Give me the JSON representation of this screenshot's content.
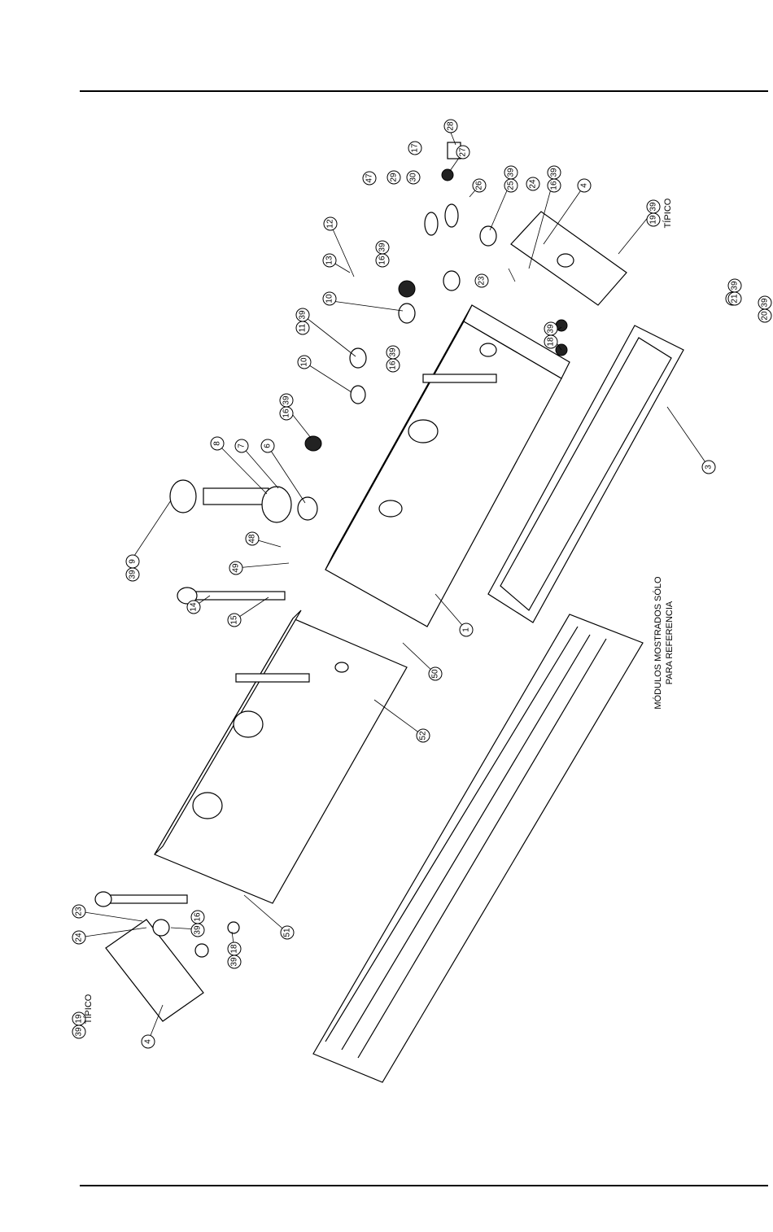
{
  "notes": {
    "typical_top": "TÍPICO",
    "typical_bottom": "TÍPICO",
    "modules_line1": "MÓDULOS MOSTRADOS SÓLO",
    "modules_line2": "PARA REFERENCIA"
  },
  "callouts": [
    "28",
    "17",
    "27",
    "47",
    "29",
    "30",
    "26",
    "25",
    "39",
    "24",
    "16",
    "39",
    "4",
    "12",
    "13",
    "16",
    "39",
    "21",
    "23",
    "19",
    "39",
    "10",
    "11",
    "39",
    "16",
    "39",
    "18",
    "39",
    "21",
    "39",
    "20",
    "39",
    "10",
    "16",
    "39",
    "8",
    "7",
    "6",
    "3",
    "48",
    "49",
    "39",
    "9",
    "14",
    "15",
    "1",
    "50",
    "52",
    "23",
    "24",
    "16",
    "39",
    "51",
    "39",
    "18",
    "39",
    "19",
    "TÍPICO",
    "4"
  ]
}
